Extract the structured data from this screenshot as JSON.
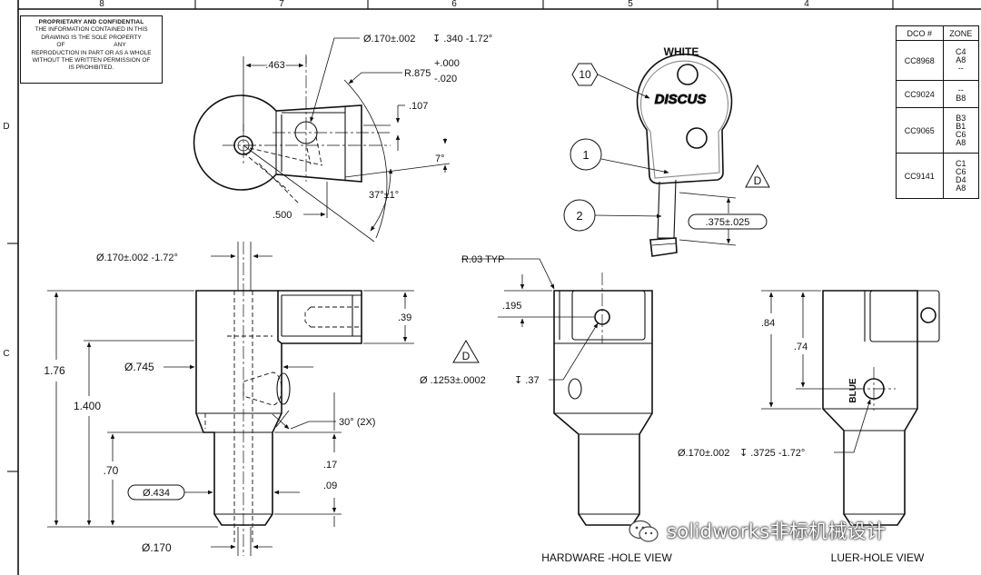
{
  "border_zones": {
    "top": [
      "8",
      "7",
      "6",
      "5",
      "4"
    ],
    "left": [
      "D",
      "C"
    ]
  },
  "proprietary": {
    "heading": "PROPRIETARY AND CONFIDENTIAL",
    "lines": [
      "THE INFORMATION CONTAINED IN THIS",
      "DRAWING IS THE SOLE PROPERTY",
      "OF                              ANY",
      "REPRODUCTION IN PART OR AS A WHOLE",
      "WITHOUT THE WRITTEN PERMISSION OF",
      "IS PROHIBITED."
    ]
  },
  "dco_table": {
    "headers": [
      "DCO #",
      "ZONE"
    ],
    "rows": [
      {
        "dco": "CC8968",
        "zones": [
          "C4",
          "A8",
          "--"
        ]
      },
      {
        "dco": "CC9024",
        "zones": [
          "--",
          "B8"
        ]
      },
      {
        "dco": "CC9065",
        "zones": [
          "B3",
          "B1",
          "C6",
          "A8"
        ]
      },
      {
        "dco": "CC9141",
        "zones": [
          "C1",
          "C6",
          "D4",
          "A8"
        ]
      }
    ]
  },
  "top_view": {
    "dim_463": ".463",
    "dim_hole": "Ø.170±.002",
    "dim_hole_depth": "↧ .340 -1.72°",
    "dim_radius": "R.875",
    "dim_radius_plus": "+.000",
    "dim_radius_minus": "-.020",
    "dim_107": ".107",
    "dim_7deg": "7°",
    "dim_37deg": "37°±1°",
    "dim_500": ".500"
  },
  "iso_view": {
    "label_white": "WHITE",
    "logo": "DISCUS",
    "balloon_10": "10",
    "balloon_1": "1",
    "balloon_2": "2",
    "rev_d": "D",
    "dim_375": ".375±.025"
  },
  "front_view": {
    "dim_hole": "Ø.170±.002 -1.72°",
    "dim_176": "1.76",
    "dim_1400": "1.400",
    "dim_745": "Ø.745",
    "dim_70": ".70",
    "dim_434": "Ø.434",
    "dim_170": "Ø.170",
    "dim_39": ".39",
    "dim_30deg": "30° (2X)",
    "dim_17": ".17",
    "dim_09": ".09"
  },
  "hardware_view": {
    "title": "HARDWARE -HOLE VIEW",
    "r03": "R.03 TYP",
    "dim_195": ".195",
    "dim_hole": "Ø .1253±.0002",
    "dim_hole_depth": "↧ .37",
    "rev_d": "D"
  },
  "luer_view": {
    "title": "LUER-HOLE VIEW",
    "dim_84": ".84",
    "dim_74": ".74",
    "label_blue": "BLUE",
    "dim_hole": "Ø.170±.002",
    "dim_hole_depth": "↧ .3725 -1.72°"
  },
  "watermark": {
    "text": "solidworks非标机械设计"
  }
}
